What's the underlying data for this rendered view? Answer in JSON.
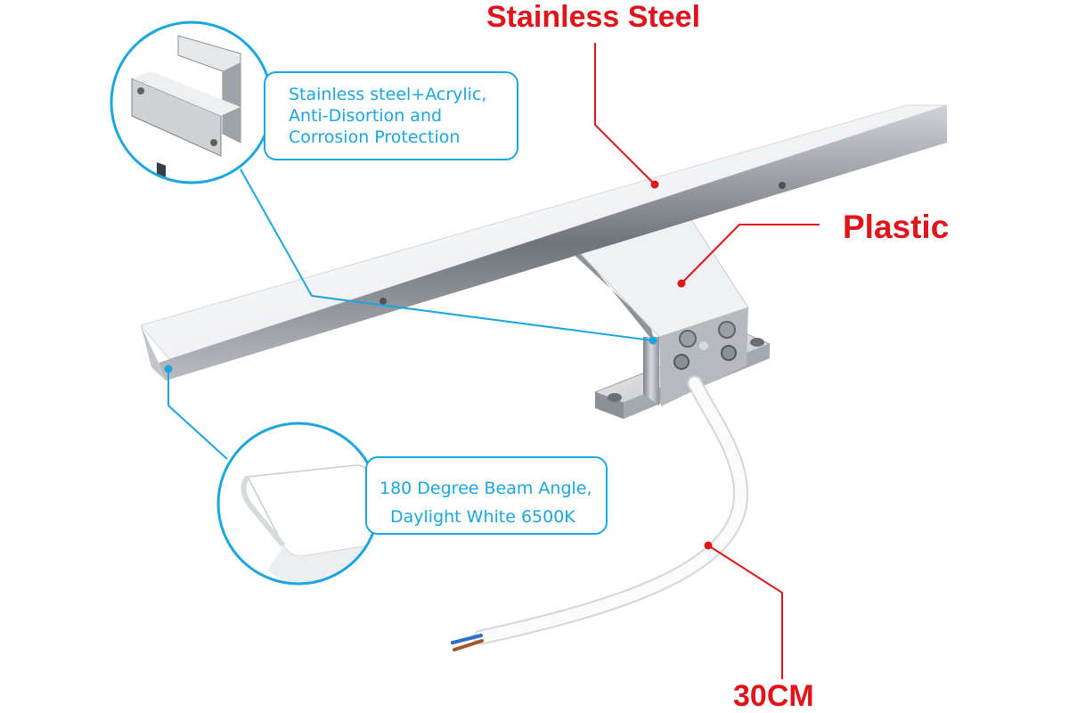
{
  "labels": {
    "stainless_steel": "Stainless Steel",
    "plastic": "Plastic",
    "cable_length": "30CM"
  },
  "callouts": {
    "material": {
      "line1": "Stainless steel+Acrylic,",
      "line2": "Anti-Disortion and",
      "line3": "Corrosion Protection"
    },
    "beam": {
      "line1": "180 Degree Beam Angle,",
      "line2": "Daylight White 6500K"
    }
  },
  "colors": {
    "label_red": "#e0141b",
    "callout_blue": "#1ca6e0"
  }
}
